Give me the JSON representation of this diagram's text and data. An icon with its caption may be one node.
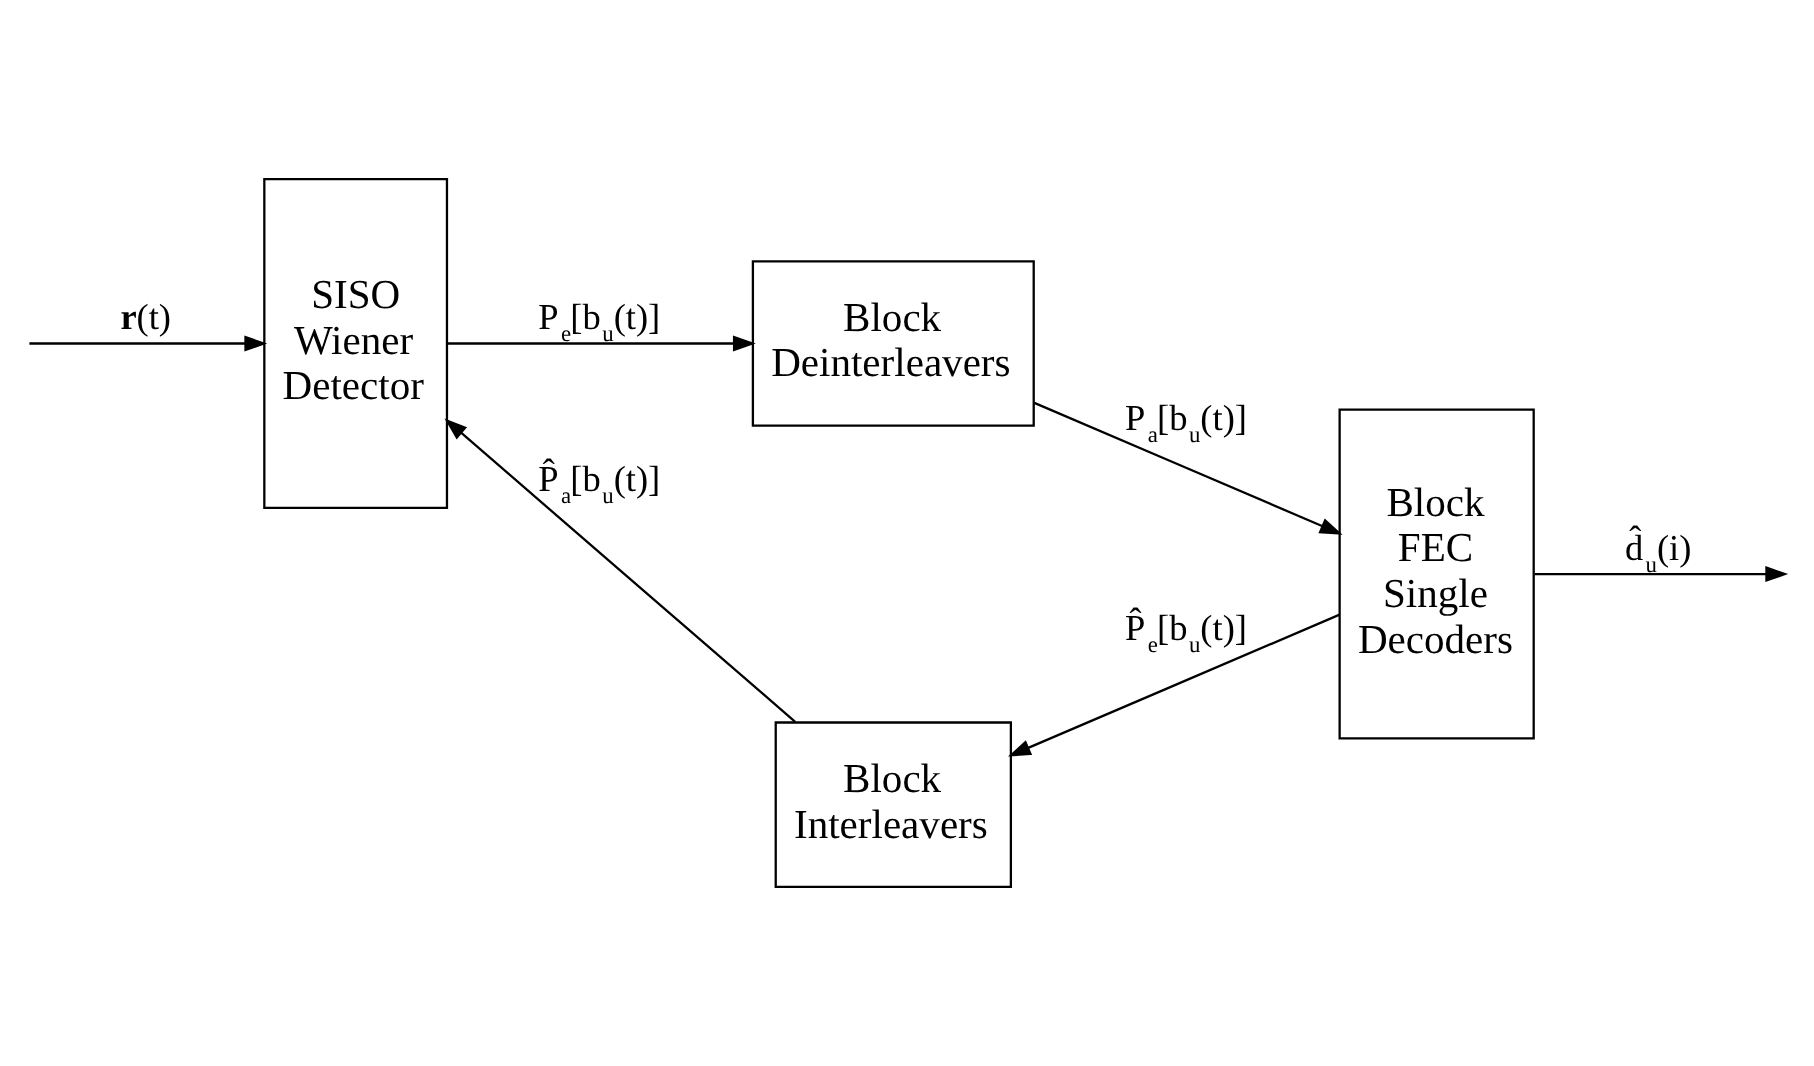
{
  "diagram": {
    "nodes": [
      {
        "text": [
          "SISO Wiener Detector"
        ]
      },
      {
        "text": [
          "Block Deinterleavers"
        ]
      },
      {
        "text": [
          "Block FEC Single Decoders"
        ]
      },
      {
        "text": [
          "Block Interleavers"
        ]
      }
    ],
    "edges": [
      {
        "from": null,
        "to": 0,
        "arrow": "to",
        "label": "**r**(t)"
      },
      {
        "from": 0,
        "to": 1,
        "arrow": "to",
        "label": "P$_{e}$[b$_{u}$(t)]"
      },
      {
        "from": 1,
        "to": 2,
        "arrow": "to",
        "label": "P$_{a}$[b$_{u}$(t)]"
      },
      {
        "from": 2,
        "to": null,
        "arrow": "to",
        "label": "d̂$_{u}$(i)"
      },
      {
        "from": 2,
        "to": 3,
        "arrow": "to",
        "label": "P̂$_{e}$[b$_{u}$(t)]"
      },
      {
        "from": 3,
        "to": 0,
        "arrow": "to",
        "label": "P̂$_{a}$[b$_{u}$(t)]"
      }
    ]
  }
}
